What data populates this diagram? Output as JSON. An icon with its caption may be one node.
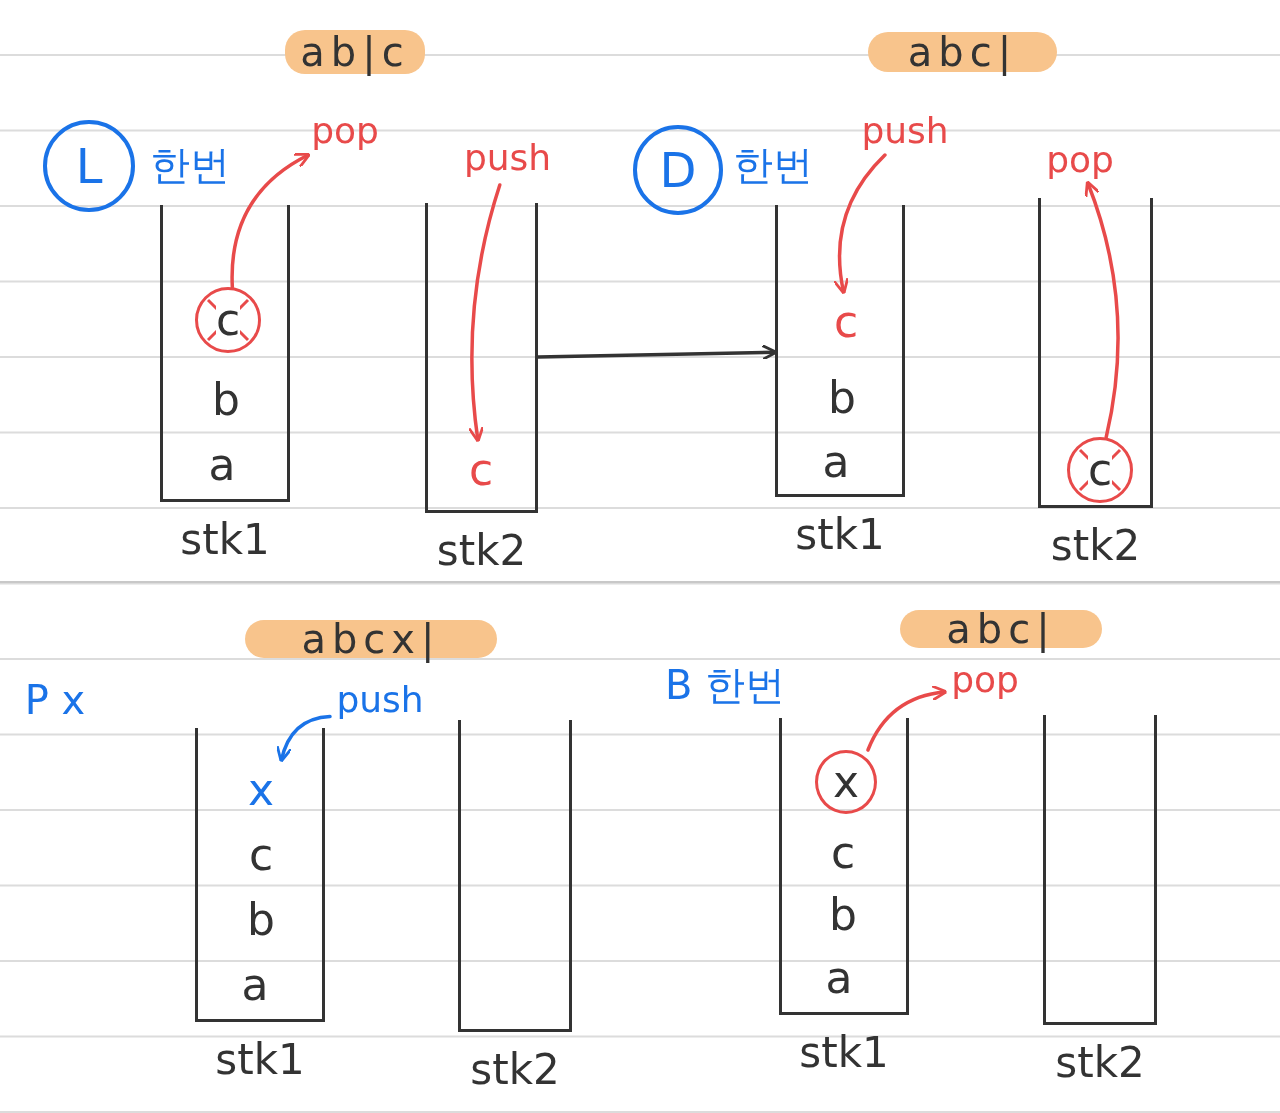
{
  "diagram": {
    "nodes": [
      {
        "text": [
          "ab|c"
        ]
      },
      {
        "text": [
          "L"
        ],
        "beside": [
          "한번"
        ]
      },
      {
        "text": [
          "stk1"
        ]
      },
      {
        "text": [
          "c"
        ],
        "in": 2
      },
      {
        "text": [
          "b"
        ],
        "in": 2
      },
      {
        "text": [
          "a"
        ],
        "in": 2
      },
      {
        "text": [
          "pop"
        ]
      },
      {
        "text": [
          "push"
        ]
      },
      {
        "text": [
          "stk2"
        ]
      },
      {
        "text": [
          "c"
        ],
        "in": 8
      },
      {
        "text": [
          "abc|"
        ]
      },
      {
        "text": [
          "D"
        ],
        "beside": [
          "한번"
        ]
      },
      {
        "text": [
          "push"
        ]
      },
      {
        "text": [
          "pop"
        ]
      },
      {
        "text": [
          "stk1"
        ]
      },
      {
        "text": [
          "c"
        ],
        "in": 14
      },
      {
        "text": [
          "b"
        ],
        "in": 14
      },
      {
        "text": [
          "a"
        ],
        "in": 14
      },
      {
        "text": [
          "stk2"
        ]
      },
      {
        "text": [
          "c"
        ],
        "in": 18
      },
      {
        "text": [
          "abcx|"
        ]
      },
      {
        "text": [
          "push"
        ]
      },
      {
        "text": [
          "stk1"
        ]
      },
      {
        "text": [
          "x"
        ],
        "in": 22
      },
      {
        "text": [
          "c"
        ],
        "in": 22
      },
      {
        "text": [
          "b"
        ],
        "in": 22
      },
      {
        "text": [
          "a"
        ],
        "in": 22
      },
      {
        "text": [
          "stk2"
        ]
      },
      {
        "text": [
          "abc|"
        ]
      },
      {
        "text": [
          "pop"
        ]
      },
      {
        "text": [
          "stk1"
        ]
      },
      {
        "text": [
          "x"
        ],
        "in": 30
      },
      {
        "text": [
          "c"
        ],
        "in": 30
      },
      {
        "text": [
          "b"
        ],
        "in": 30
      },
      {
        "text": [
          "a"
        ],
        "in": 30
      },
      {
        "text": [
          "stk2"
        ]
      }
    ],
    "edges": [
      {
        "from": 3,
        "to": 6,
        "arrow": "to"
      },
      {
        "from": 7,
        "to": 9,
        "arrow": "to"
      },
      {
        "from": 8,
        "to": 14,
        "arrow": "to",
        "color": "#333333"
      },
      {
        "from": 12,
        "to": 15,
        "arrow": "to"
      },
      {
        "from": 19,
        "to": 13,
        "arrow": "to"
      },
      {
        "from": 21,
        "to": 23,
        "arrow": "to",
        "color": "#1a73e8"
      },
      {
        "from": 31,
        "to": 29,
        "arrow": "to"
      }
    ],
    "labels": [
      "P x",
      "B 한번"
    ]
  }
}
